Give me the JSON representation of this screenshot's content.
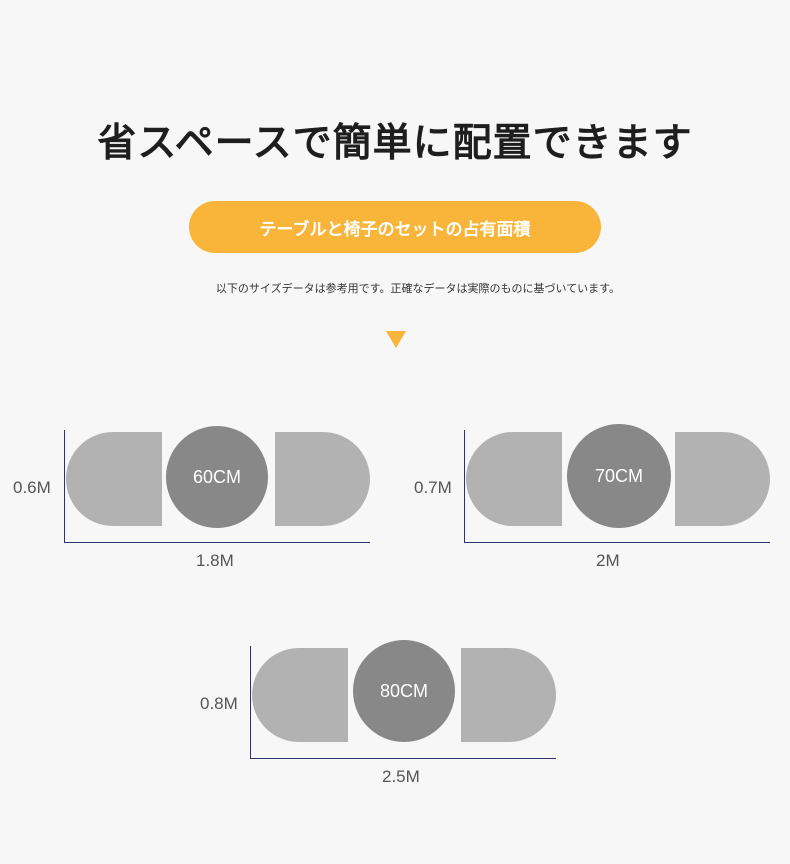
{
  "header": {
    "title": "省スペースで簡単に配置できます",
    "subtitle_pill": "テーブルと椅子のセットの占有面積",
    "note": "以下のサイズデータは参考用です。正確なデータは実際のものに基づいています。"
  },
  "colors": {
    "accent": "#f9b43a",
    "seat": "#b2b2b2",
    "table": "#888888",
    "axis": "#2a3566"
  },
  "icons": {
    "arrow": "triangle-down-icon"
  },
  "diagrams": [
    {
      "table_size": "60CM",
      "height_label": "0.6M",
      "width_label": "1.8M"
    },
    {
      "table_size": "70CM",
      "height_label": "0.7M",
      "width_label": "2M"
    },
    {
      "table_size": "80CM",
      "height_label": "0.8M",
      "width_label": "2.5M"
    }
  ]
}
